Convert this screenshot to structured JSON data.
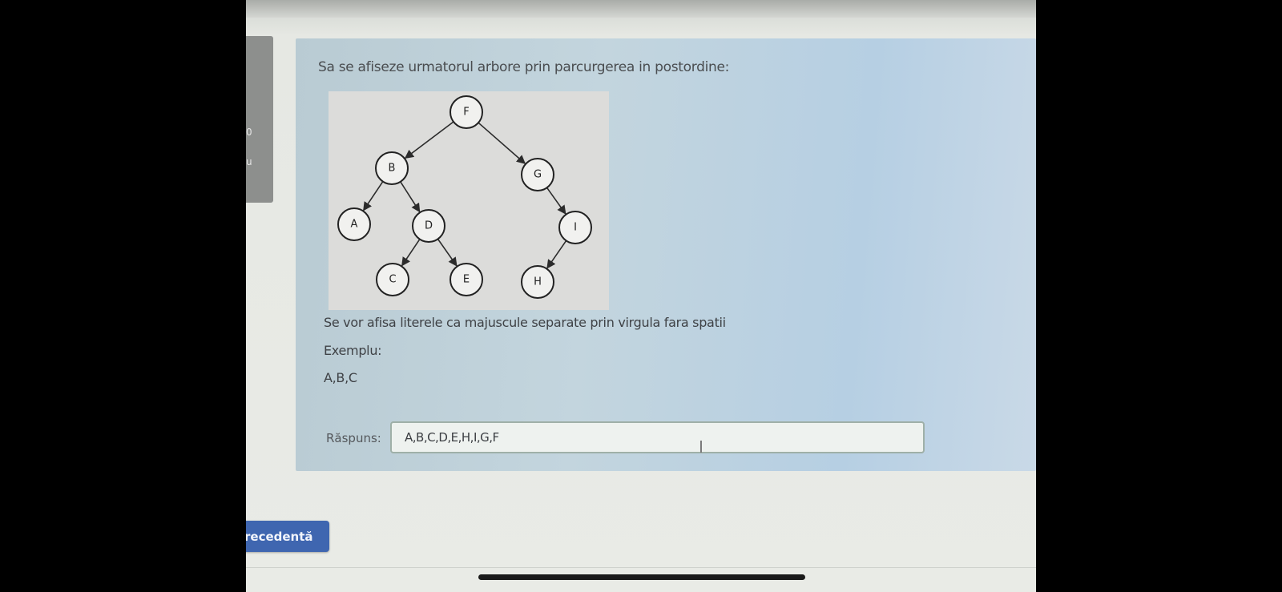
{
  "sidebar": {
    "line1": "0",
    "line2": "u"
  },
  "question": {
    "title": "Sa se afiseze urmatorul arbore prin parcurgerea in postordine:",
    "instructions": "Se vor afisa literele ca majuscule separate prin virgula fara spatii",
    "example_label": "Exemplu:",
    "example_value": "A,B,C"
  },
  "tree": {
    "nodes": [
      {
        "id": "F",
        "label": "F"
      },
      {
        "id": "B",
        "label": "B"
      },
      {
        "id": "G",
        "label": "G"
      },
      {
        "id": "A",
        "label": "A"
      },
      {
        "id": "D",
        "label": "D"
      },
      {
        "id": "I",
        "label": "I"
      },
      {
        "id": "C",
        "label": "C"
      },
      {
        "id": "E",
        "label": "E"
      },
      {
        "id": "H",
        "label": "H"
      }
    ],
    "edges": [
      [
        "F",
        "B"
      ],
      [
        "F",
        "G"
      ],
      [
        "B",
        "A"
      ],
      [
        "B",
        "D"
      ],
      [
        "D",
        "C"
      ],
      [
        "D",
        "E"
      ],
      [
        "G",
        "I"
      ],
      [
        "I",
        "H"
      ]
    ]
  },
  "answer": {
    "label": "Răspuns:",
    "value": "A,B,C,D,E,H,I,G,F"
  },
  "navigation": {
    "prev_label": "recedentă"
  }
}
